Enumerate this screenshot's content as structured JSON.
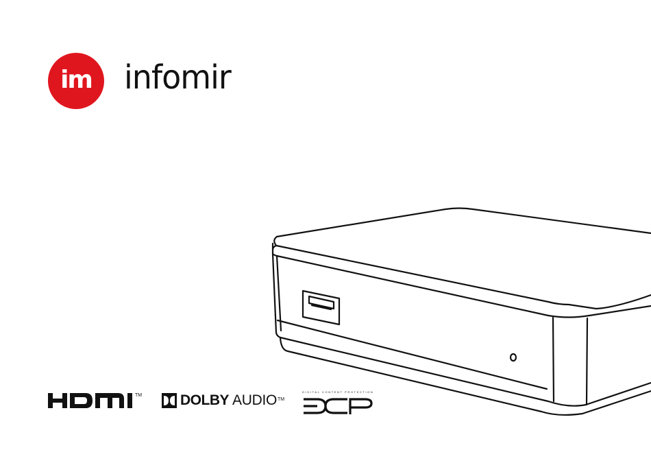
{
  "brand": {
    "logo_mark": "im",
    "name": "infomir",
    "accent_color": "#e0161e"
  },
  "device": {
    "icon": "set-top-box-illustration"
  },
  "certifications": {
    "hdmi": {
      "text": "HDMI",
      "tm": "TM"
    },
    "dolby": {
      "icon": "dolby-double-d-icon",
      "brand": "DOLBY",
      "product": "AUDIO",
      "tm": "TM"
    },
    "dcp": {
      "caption": "DIGITAL CONTENT PROTECTION",
      "mark": "DCP"
    }
  }
}
